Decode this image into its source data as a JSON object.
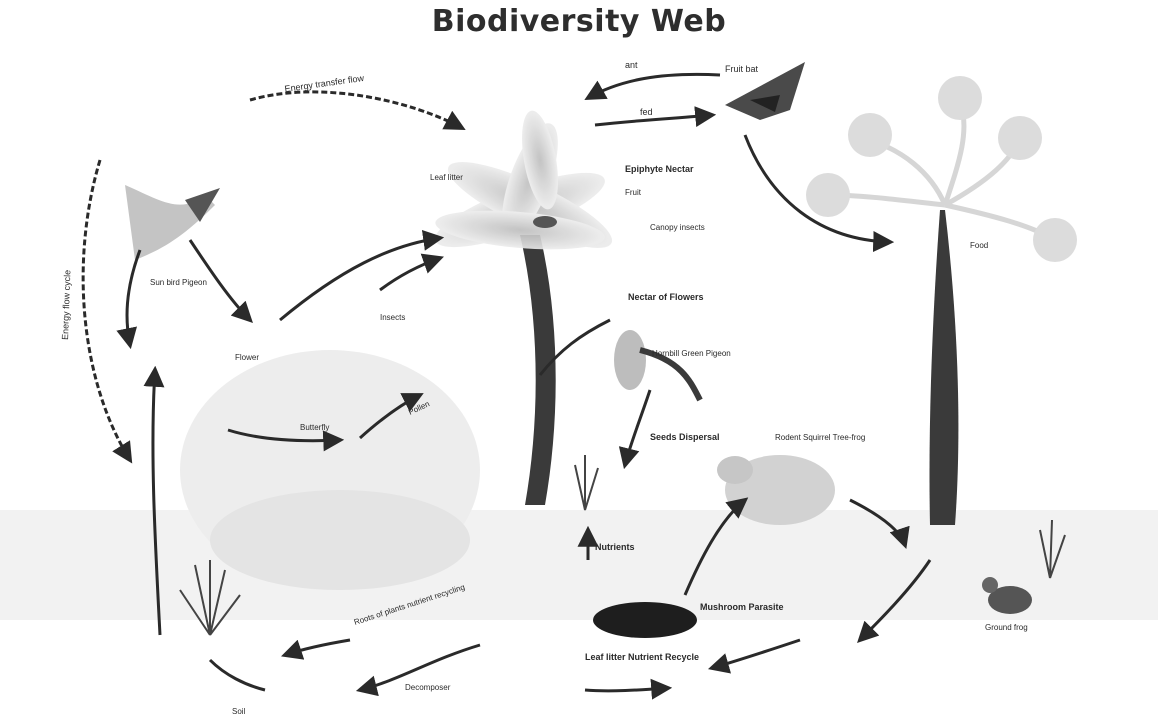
{
  "title": "Biodiversity Web",
  "labels": {
    "pollination_top": "Energy transfer flow",
    "side_arrow": "Energy flow cycle",
    "ant_top": "ant",
    "bird_top": "Fruit bat",
    "bat_arrow": "fed",
    "palm_crown": "Epiphyte Nectar",
    "palm_left": "Leaf litter",
    "palm_small": "Fruit",
    "palm_lower": "Canopy insects",
    "tree_label": "Food",
    "right_mid": "Nectar of Flowers",
    "parrot": "Hornbill Green Pigeon",
    "seeds": "Seeds Dispersal",
    "rodent": "Rodent Squirrel Tree-frog",
    "bird_left": "Sun bird Pigeon",
    "insect": "Insects",
    "mid_arrow": "Pollen",
    "flower": "Flower",
    "butterfly": "Butterfly",
    "ground_plant": "Nutrients",
    "pond_right": "Mushroom Parasite",
    "pond_bottom": "Leaf litter Nutrient Recycle",
    "roots": "Roots of plants nutrient recycling",
    "ground_left": "Decomposer",
    "bottom_left": "Soil",
    "bottom_bird": "Ground frog"
  },
  "colors": {
    "ink": "#2a2a2a",
    "dark_trunk": "#3a3a3a",
    "leaf": "#c9c9c9",
    "pond": "#1e1e1e"
  }
}
